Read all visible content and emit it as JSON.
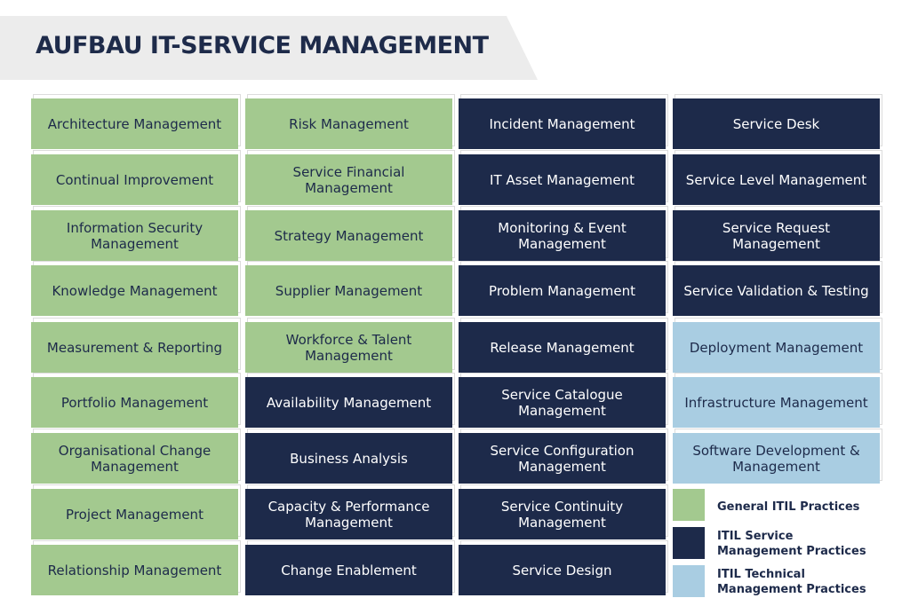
{
  "title": "AUFBAU IT-SERVICE MANAGEMENT",
  "colors": {
    "general": "#a3c98f",
    "service": "#1d2a4a",
    "technical": "#a9cde2"
  },
  "columns": [
    {
      "items": [
        {
          "label": "Architecture Management",
          "type": "general"
        },
        {
          "label": "Continual Improvement",
          "type": "general"
        },
        {
          "label": "Information Security Management",
          "type": "general"
        },
        {
          "label": "Knowledge Management",
          "type": "general"
        },
        {
          "label": "Measurement & Reporting",
          "type": "general"
        },
        {
          "label": "Portfolio Management",
          "type": "general"
        },
        {
          "label": "Organisational Change Management",
          "type": "general"
        },
        {
          "label": "Project Management",
          "type": "general"
        },
        {
          "label": "Relationship Management",
          "type": "general"
        }
      ]
    },
    {
      "items": [
        {
          "label": "Risk Management",
          "type": "general"
        },
        {
          "label": "Service Financial Management",
          "type": "general"
        },
        {
          "label": "Strategy Management",
          "type": "general"
        },
        {
          "label": "Supplier Management",
          "type": "general"
        },
        {
          "label": "Workforce & Talent Management",
          "type": "general"
        },
        {
          "label": "Availability Management",
          "type": "service"
        },
        {
          "label": "Business Analysis",
          "type": "service"
        },
        {
          "label": "Capacity & Performance Management",
          "type": "service"
        },
        {
          "label": "Change Enablement",
          "type": "service"
        }
      ]
    },
    {
      "items": [
        {
          "label": "Incident Management",
          "type": "service"
        },
        {
          "label": "IT Asset Management",
          "type": "service"
        },
        {
          "label": "Monitoring & Event Management",
          "type": "service"
        },
        {
          "label": "Problem Management",
          "type": "service"
        },
        {
          "label": "Release Management",
          "type": "service"
        },
        {
          "label": "Service Catalogue Management",
          "type": "service"
        },
        {
          "label": "Service Configuration Management",
          "type": "service"
        },
        {
          "label": "Service Continuity Management",
          "type": "service"
        },
        {
          "label": "Service Design",
          "type": "service"
        }
      ]
    },
    {
      "items": [
        {
          "label": "Service Desk",
          "type": "service"
        },
        {
          "label": "Service Level Management",
          "type": "service"
        },
        {
          "label": "Service Request Management",
          "type": "service"
        },
        {
          "label": "Service Validation & Testing",
          "type": "service"
        },
        {
          "label": "Deployment Management",
          "type": "technical"
        },
        {
          "label": "Infrastructure Management",
          "type": "technical"
        },
        {
          "label": "Software Development & Management",
          "type": "technical"
        }
      ]
    }
  ],
  "legend": [
    {
      "label": "General ITIL Practices",
      "type": "general"
    },
    {
      "label": "ITIL Service Management Practices",
      "type": "service"
    },
    {
      "label": "ITIL Technical Management Practices",
      "type": "technical"
    }
  ]
}
